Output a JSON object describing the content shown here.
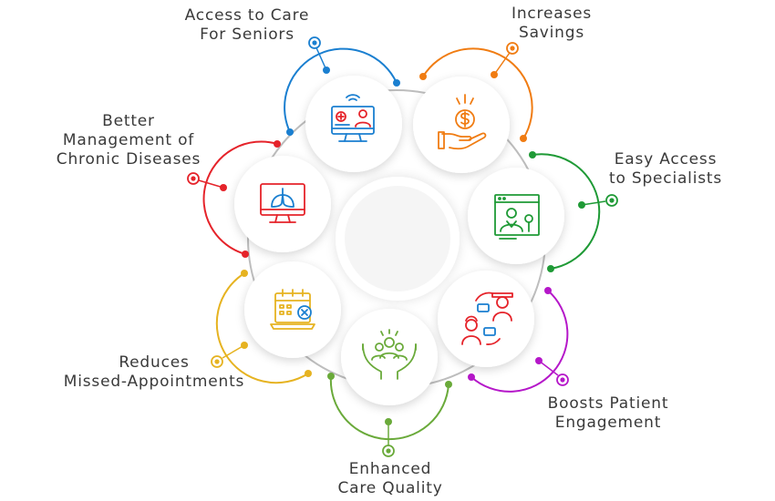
{
  "diagram": {
    "items": [
      {
        "id": "care-seniors",
        "line1": "Access to Care",
        "line2": "For Seniors",
        "color": "#1a7fd0",
        "icon": "telehealth-monitor-icon"
      },
      {
        "id": "savings",
        "line1": "Increases",
        "line2": "Savings",
        "color": "#f07c12",
        "icon": "dollar-hand-icon"
      },
      {
        "id": "specialists",
        "line1": "Easy Access",
        "line2": "to Specialists",
        "color": "#1f9a36",
        "icon": "doctor-screen-icon"
      },
      {
        "id": "engagement",
        "line1": "Boosts Patient",
        "line2": "Engagement",
        "color": "#b517c9",
        "icon": "patient-chat-icon"
      },
      {
        "id": "quality",
        "line1": "Enhanced",
        "line2": "Care Quality",
        "color": "#6aaa3a",
        "icon": "caring-hands-icon"
      },
      {
        "id": "missed",
        "line1": "Reduces",
        "line2": "Missed-Appointments",
        "color": "#e6b321",
        "icon": "calendar-laptop-icon"
      },
      {
        "id": "chronic",
        "line1": "Better",
        "line2": "Management of",
        "line3": "Chronic Diseases",
        "color": "#e5232a",
        "icon": "lungs-monitor-icon"
      }
    ],
    "icon_accent": "#e5232a",
    "icon_primary": "#1a7fd0"
  }
}
